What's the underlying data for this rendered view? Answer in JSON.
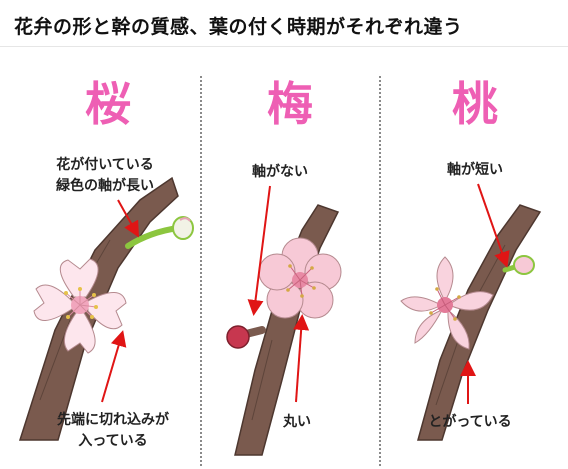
{
  "header": {
    "title": "花弁の形と幹の質感、葉の付く時期がそれぞれ違う"
  },
  "panels": [
    {
      "title": "桜",
      "top_note_line1": "花が付いている",
      "top_note_line2": "緑色の軸が長い",
      "bottom_note_line1": "先端に切れ込みが",
      "bottom_note_line2": "入っている"
    },
    {
      "title": "梅",
      "top_note_line1": "軸がない",
      "bottom_note_line1": "丸い"
    },
    {
      "title": "桃",
      "top_note_line1": "軸が短い",
      "bottom_note_line1": "とがっている"
    }
  ],
  "colors": {
    "title_pink": "#ee5fb4",
    "arrow_red": "#e01515",
    "branch_brown": "#7a5a4e",
    "petal_pink": "#f7c9d6",
    "stem_green": "#8cc63f"
  }
}
